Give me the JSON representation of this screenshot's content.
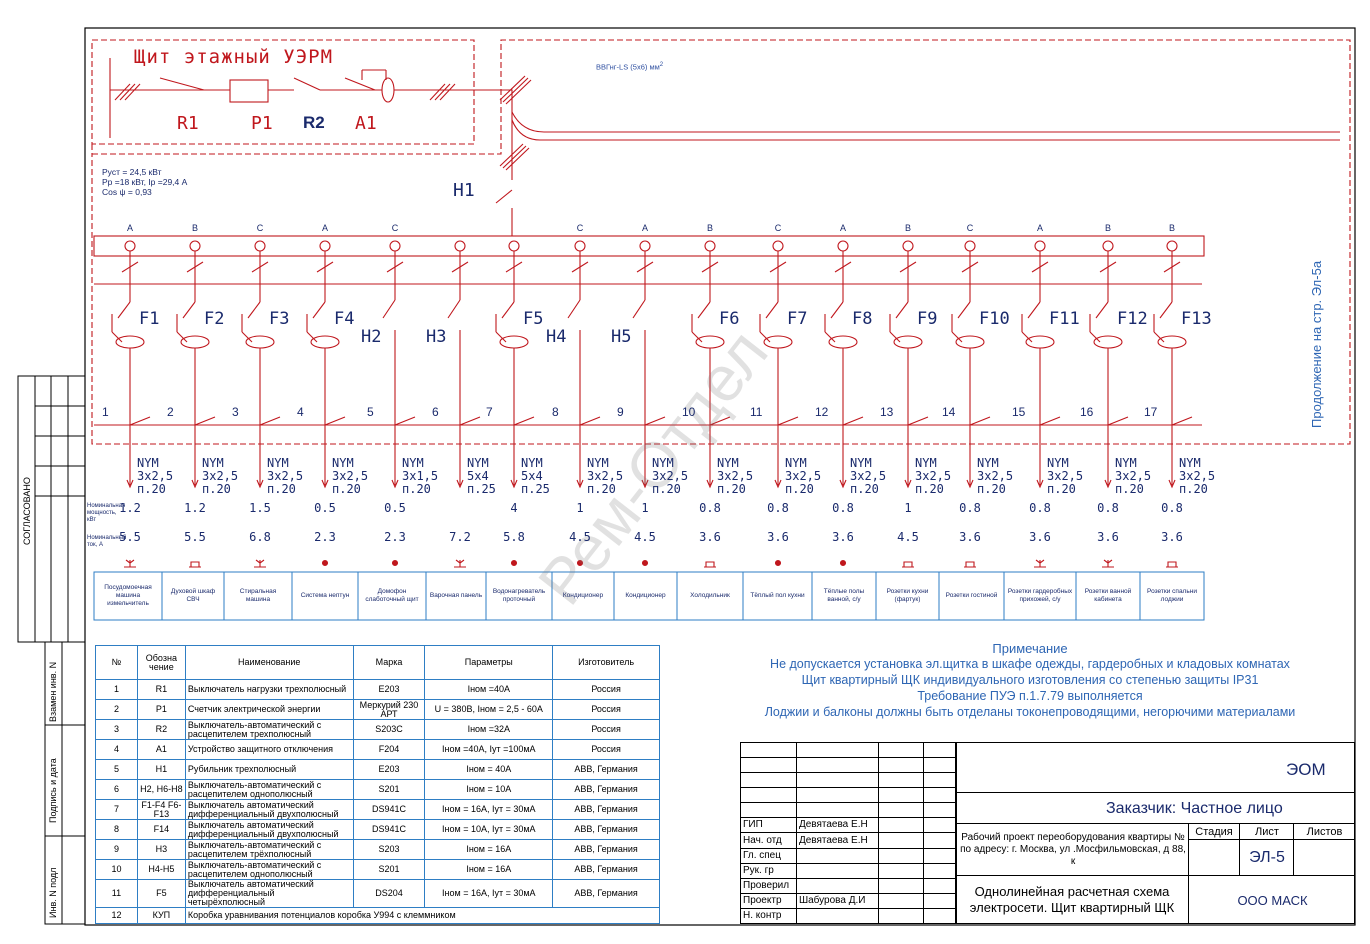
{
  "panel_title": "Щит этажный УЭРМ",
  "input_labels": [
    "R1",
    "P1",
    "R2",
    "A1"
  ],
  "cable_label": "ВВГнг-LS (5х6) мм",
  "cable_sup": "2",
  "power_info": [
    "Руст = 24,5 кВт",
    "Рр =18 кВт, Iр =29,4 А",
    "Cos ψ = 0,93"
  ],
  "main_switch": "H1",
  "continuation": "Продолжение на стр. Эл-5а",
  "watermark": "Рем-Отдел",
  "phases": [
    "A",
    "B",
    "C",
    "A",
    "C",
    "",
    "",
    "C",
    "A",
    "B",
    "C",
    "A",
    "B",
    "C",
    "A",
    "B",
    "B"
  ],
  "devices": [
    "F1",
    "F2",
    "F3",
    "F4",
    "H2",
    "H3",
    "F5",
    "H4",
    "H5",
    "F6",
    "F7",
    "F8",
    "F9",
    "F10",
    "F11",
    "F12",
    "F13"
  ],
  "lines": [
    "1",
    "2",
    "3",
    "4",
    "5",
    "6",
    "7",
    "8",
    "9",
    "10",
    "11",
    "12",
    "13",
    "14",
    "15",
    "16",
    "17"
  ],
  "cables": [
    [
      "NYM",
      "3x2,5",
      "п.20"
    ],
    [
      "NYM",
      "3x2,5",
      "п.20"
    ],
    [
      "NYM",
      "3x2,5",
      "п.20"
    ],
    [
      "NYM",
      "3x2,5",
      "п.20"
    ],
    [
      "NYM",
      "3x1,5",
      "п.20"
    ],
    [
      "NYM",
      "5x4",
      "п.25"
    ],
    [
      "NYM",
      "5x4",
      "п.25"
    ],
    [
      "NYM",
      "3x2,5",
      "п.20"
    ],
    [
      "NYM",
      "3x2,5",
      "п.20"
    ],
    [
      "NYM",
      "3x2,5",
      "п.20"
    ],
    [
      "NYM",
      "3x2,5",
      "п.20"
    ],
    [
      "NYM",
      "3x2,5",
      "п.20"
    ],
    [
      "NYM",
      "3x2,5",
      "п.20"
    ],
    [
      "NYM",
      "3x2,5",
      "п.20"
    ],
    [
      "NYM",
      "3x2,5",
      "п.20"
    ],
    [
      "NYM",
      "3x2,5",
      "п.20"
    ],
    [
      "NYM",
      "3x2,5",
      "п.20"
    ]
  ],
  "power_label": "Номинальная мощность, кВт",
  "current_label": "Номинальный ток, А",
  "powers": [
    "1.2",
    "1.2",
    "1.5",
    "0.5",
    "0.5",
    "",
    "4",
    "1",
    "1",
    "0.8",
    "0.8",
    "0.8",
    "1",
    "0.8",
    "0.8",
    "0.8",
    "0.8"
  ],
  "currents": [
    "5.5",
    "5.5",
    "6.8",
    "2.3",
    "2.3",
    "7.2",
    "5.8",
    "4.5",
    "4.5",
    "3.6",
    "3.6",
    "3.6",
    "4.5",
    "3.6",
    "3.6",
    "3.6",
    "3.6"
  ],
  "consumers": [
    "Посудомоечная машина измельчитель",
    "Духовой шкаф СВЧ",
    "Стиральная машина",
    "Система нептун",
    "Домофон слаботочный щит",
    "Варочная панель",
    "Водонагреватель проточный",
    "Кондиционер",
    "Кондиционер",
    "Холодильник",
    "Тёплый пол кухни",
    "Тёплые полы ванной, с/у",
    "Розетки кухни (фартук)",
    "Розетки гостиной",
    "Розетки гардеробных прихожей, с/у",
    "Розетки ванной кабинета",
    "Розетки спальни лоджии"
  ],
  "side_labels": {
    "agreed": "СОГЛАСОВАНО",
    "replaced": "Взамен инв. N",
    "signature": "Подпись и дата",
    "inv": "Инв. N подл"
  },
  "spec": {
    "headers": [
      "№",
      "Обозна чение",
      "Наименование",
      "Марка",
      "Параметры",
      "Изготовитель"
    ],
    "rows": [
      [
        "1",
        "R1",
        "Выключатель нагрузки трехполюсный",
        "E203",
        "Iном =40А",
        "Россия"
      ],
      [
        "2",
        "P1",
        "Счетчик электрической энергии",
        "Меркурий 230 АРТ",
        "U = 380В, Iном = 2,5 - 60А",
        "Россия"
      ],
      [
        "3",
        "R2",
        "Выключатель-автоматический с расцепителем трехполюсный",
        "S203C",
        "Iном =32А",
        "Россия"
      ],
      [
        "4",
        "A1",
        "Устройство защитного отключения",
        "F204",
        "Iном =40А, Iут =100мА",
        "Россия"
      ],
      [
        "5",
        "H1",
        "Рубильник трехполюсный",
        "E203",
        "Iном = 40А",
        "ABB, Германия"
      ],
      [
        "6",
        "H2, H6-H8",
        "Выключатель-автоматический с расцепителем однополюсный",
        "S201",
        "Iном = 10А",
        "ABB, Германия"
      ],
      [
        "7",
        "F1-F4 F6-F13",
        "Выключатель автоматический дифференциальный двухполюсный",
        "DS941C",
        "Iном = 16А, Iут = 30мА",
        "ABB, Германия"
      ],
      [
        "8",
        "F14",
        "Выключатель автоматический дифференциальный двухполюсный",
        "DS941C",
        "Iном = 10А, Iут = 30мА",
        "ABB, Германия"
      ],
      [
        "9",
        "H3",
        "Выключатель-автоматический с расцепителем трёхполюсный",
        "S203",
        "Iном = 16А",
        "ABB, Германия"
      ],
      [
        "10",
        "H4-H5",
        "Выключатель-автоматический с расцепителем однополюсный",
        "S201",
        "Iном = 16А",
        "ABB, Германия"
      ],
      [
        "11",
        "F5",
        "Выключатель автоматический дифференциальный четырёхполюсный",
        "DS204",
        "Iном = 16А, Iут = 30мА",
        "ABB, Германия"
      ],
      [
        "12",
        "КУП",
        "Коробка уравнивания потенциалов коробка У994 с клеммником",
        "",
        "",
        ""
      ]
    ]
  },
  "notes": {
    "title": "Примечание",
    "lines": [
      "Не допускается установка эл.щитка в шкафе одежды, гардеробных и кладовых комнатах",
      "Щит квартирный ЩК индивидуального изготовления со степенью защиты IP31",
      "Требование ПУЭ п.1.7.79 выполняется",
      "Лоджии и балконы должны быть отделаны токонепроводящими, негорючими материалами"
    ]
  },
  "stamp": {
    "roles": [
      [
        "ГИП",
        "Девятаева Е.Н"
      ],
      [
        "Нач. отд",
        "Девятаева Е.Н"
      ],
      [
        "Гл. спец",
        ""
      ],
      [
        "Рук. гр",
        ""
      ],
      [
        "Проверил",
        ""
      ],
      [
        "Проектр",
        "Шабурова Д.И"
      ],
      [
        "Н. контр",
        ""
      ]
    ],
    "code": "ЭОМ",
    "customer": "Заказчик: Частное лицо",
    "project": "Рабочий проект переоборудования квартиры № по адресу: г. Москва, ул .Мосфильмовская, д 88, к",
    "stage_label": "Стадия",
    "sheet_label": "Лист",
    "sheets_label": "Листов",
    "sheet_value": "ЭЛ-5",
    "drawing_title": "Однолинейная расчетная схема электросети. Щит квартирный ЩК",
    "company": "ООО МАСК"
  }
}
